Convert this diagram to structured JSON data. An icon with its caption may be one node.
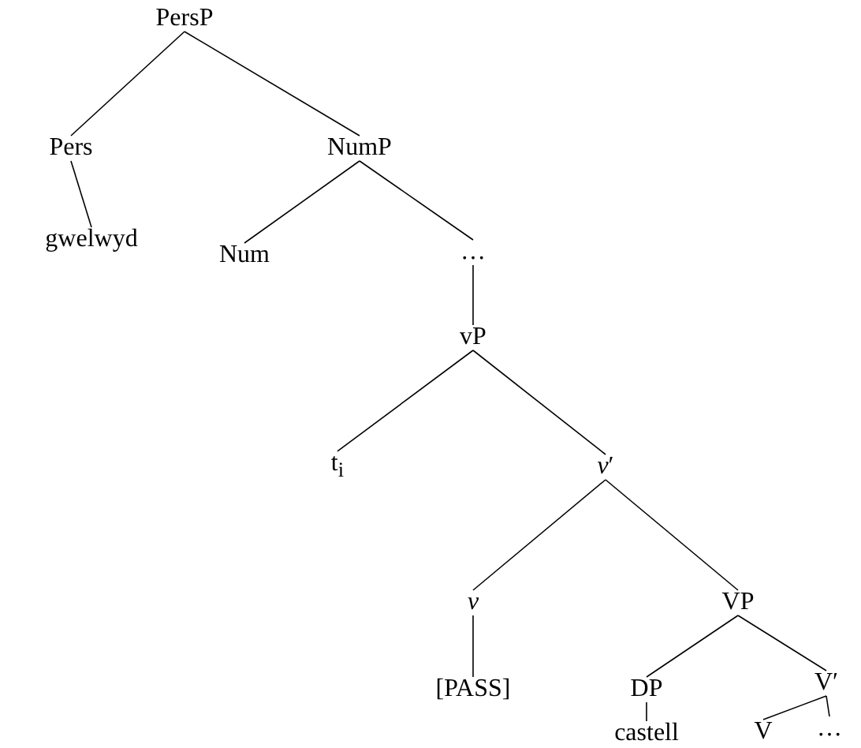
{
  "diagram": {
    "nodes": [
      {
        "text": [
          "PersP"
        ]
      },
      {
        "text": [
          "Pers"
        ]
      },
      {
        "text": [
          "NumP"
        ]
      },
      {
        "text": [
          "gwelwyd"
        ]
      },
      {
        "text": [
          "Num"
        ]
      },
      {
        "text": [
          "…"
        ]
      },
      {
        "text": [
          "vP"
        ]
      },
      {
        "text": [
          "t$_{i}$"
        ]
      },
      {
        "text": [
          "*v*′"
        ]
      },
      {
        "text": [
          "*v*"
        ]
      },
      {
        "text": [
          "VP"
        ]
      },
      {
        "text": [
          "[PASS]"
        ]
      },
      {
        "text": [
          "DP"
        ]
      },
      {
        "text": [
          "V′"
        ]
      },
      {
        "text": [
          "castell"
        ]
      },
      {
        "text": [
          "V"
        ]
      },
      {
        "text": [
          "…"
        ]
      }
    ],
    "edges": [
      {
        "from": 0,
        "to": 1,
        "arrow": "none"
      },
      {
        "from": 0,
        "to": 2,
        "arrow": "none"
      },
      {
        "from": 1,
        "to": 3,
        "arrow": "none"
      },
      {
        "from": 2,
        "to": 4,
        "arrow": "none"
      },
      {
        "from": 2,
        "to": 5,
        "arrow": "none"
      },
      {
        "from": 5,
        "to": 6,
        "arrow": "none"
      },
      {
        "from": 6,
        "to": 7,
        "arrow": "none"
      },
      {
        "from": 6,
        "to": 8,
        "arrow": "none"
      },
      {
        "from": 8,
        "to": 9,
        "arrow": "none"
      },
      {
        "from": 8,
        "to": 10,
        "arrow": "none"
      },
      {
        "from": 9,
        "to": 11,
        "arrow": "none"
      },
      {
        "from": 10,
        "to": 12,
        "arrow": "none"
      },
      {
        "from": 10,
        "to": 13,
        "arrow": "none"
      },
      {
        "from": 12,
        "to": 14,
        "arrow": "none"
      },
      {
        "from": 13,
        "to": 15,
        "arrow": "none"
      },
      {
        "from": 13,
        "to": 16,
        "arrow": "none"
      }
    ]
  }
}
